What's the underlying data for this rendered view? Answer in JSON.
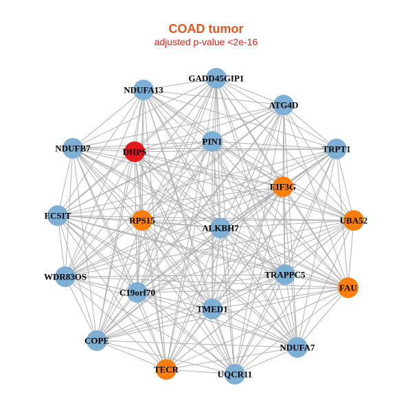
{
  "title": "COAD tumor",
  "subtitle": "adjusted p-value <2e-16",
  "colors": {
    "title": "#e8541a",
    "subtitle": "#e81a1a",
    "node_blue": "#7eb0d5",
    "node_orange": "#ff7f0e",
    "node_red": "#e31a1c",
    "edge": "#b0b0b0"
  },
  "nodes": [
    {
      "id": "GADD45GIP1",
      "label": "GADD45GIP1",
      "color": "blue"
    },
    {
      "id": "NDUFA13",
      "label": "NDUFA13",
      "color": "blue"
    },
    {
      "id": "ATG4D",
      "label": "ATG4D",
      "color": "blue"
    },
    {
      "id": "NDUFB7",
      "label": "NDUFB7",
      "color": "blue"
    },
    {
      "id": "DHPS",
      "label": "DHPS",
      "color": "red"
    },
    {
      "id": "PIN1",
      "label": "PIN1",
      "color": "blue"
    },
    {
      "id": "TRPT1",
      "label": "TRPT1",
      "color": "blue"
    },
    {
      "id": "EIF3G",
      "label": "EIF3G",
      "color": "orange"
    },
    {
      "id": "ECSIT",
      "label": "ECSIT",
      "color": "blue"
    },
    {
      "id": "RPS15",
      "label": "RPS15",
      "color": "orange"
    },
    {
      "id": "ALKBH7",
      "label": "ALKBH7",
      "color": "blue"
    },
    {
      "id": "UBA52",
      "label": "UBA52",
      "color": "orange"
    },
    {
      "id": "WDR83OS",
      "label": "WDR83OS",
      "color": "blue"
    },
    {
      "id": "TRAPPC5",
      "label": "TRAPPC5",
      "color": "blue"
    },
    {
      "id": "C19orf70",
      "label": "C19orf70",
      "color": "blue"
    },
    {
      "id": "FAU",
      "label": "FAU",
      "color": "orange"
    },
    {
      "id": "TMED1",
      "label": "TMED1",
      "color": "blue"
    },
    {
      "id": "COPE",
      "label": "COPE",
      "color": "blue"
    },
    {
      "id": "NDUFA7",
      "label": "NDUFA7",
      "color": "blue"
    },
    {
      "id": "TECR",
      "label": "TECR",
      "color": "orange"
    },
    {
      "id": "UQCR11",
      "label": "UQCR11",
      "color": "blue"
    }
  ],
  "edges": "complete"
}
